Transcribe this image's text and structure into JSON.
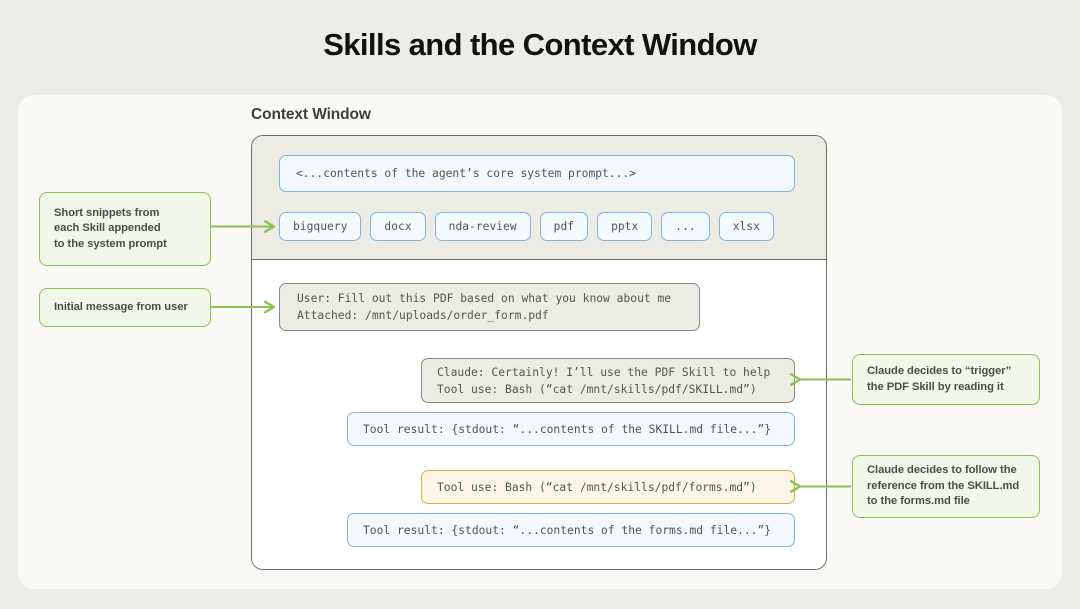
{
  "page": {
    "title": "Skills and the Context Window",
    "background_color": "#edece6",
    "card_color": "#faf9f5"
  },
  "context_window": {
    "label": "Context Window",
    "system_prompt": "<...contents of the agent’s core system prompt...>",
    "skill_chips": [
      {
        "label": "bigquery"
      },
      {
        "label": "docx"
      },
      {
        "label": "nda-review"
      },
      {
        "label": "pdf"
      },
      {
        "label": "pptx"
      },
      {
        "label": "..."
      },
      {
        "label": "xlsx"
      }
    ],
    "messages": [
      {
        "name": "user-message",
        "style": "gray",
        "line1": "User: Fill out this PDF based on what you know about me",
        "line2": "Attached: /mnt/uploads/order_form.pdf"
      },
      {
        "name": "claude-message",
        "style": "gray",
        "line1": "Claude: Certainly! I’ll use the PDF Skill to help",
        "line2": "Tool use: Bash (“cat /mnt/skills/pdf/SKILL.md”)"
      },
      {
        "name": "tool-result-skill-md",
        "style": "blue",
        "line1": "Tool result: {stdout: “...contents of the SKILL.md file...”}"
      },
      {
        "name": "tool-use-forms-md",
        "style": "amber",
        "line1": "Tool use: Bash (“cat /mnt/skills/pdf/forms.md”)"
      },
      {
        "name": "tool-result-forms-md",
        "style": "blue",
        "line1": "Tool result: {stdout: “...contents of the forms.md file...”}"
      }
    ]
  },
  "annotations": {
    "snippets": {
      "line1": "Short snippets from",
      "line2": "each Skill appended",
      "line3": "to the system prompt"
    },
    "initial": {
      "line1": "Initial message from user"
    },
    "trigger": {
      "line1": "Claude decides to “trigger”",
      "line2": "the PDF Skill by reading it"
    },
    "follow": {
      "line1": "Claude decides to follow the",
      "line2": "reference from the SKILL.md",
      "line3": "to the forms.md file"
    }
  },
  "colors": {
    "green_accent": "#8cc152",
    "blue_accent": "#7eb6e0",
    "amber_accent": "#e0ad4e",
    "gray_accent": "#8b8a82"
  }
}
